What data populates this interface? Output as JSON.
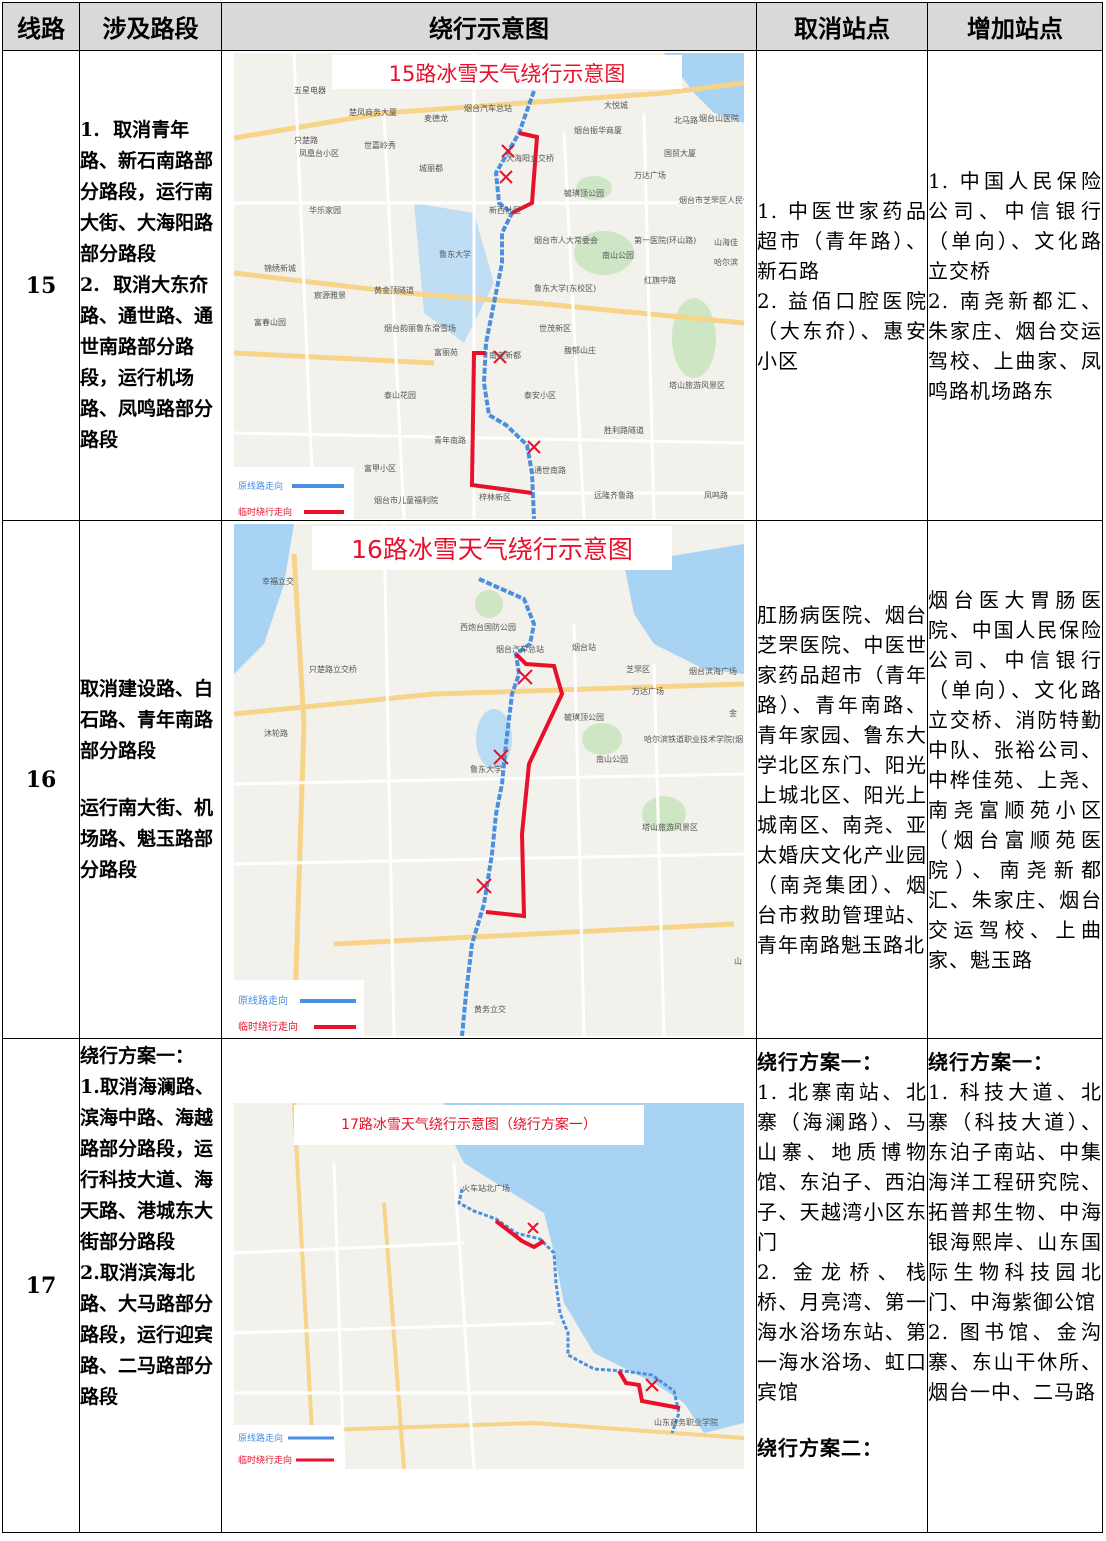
{
  "headers": [
    "线路",
    "涉及路段",
    "绕行示意图",
    "取消站点",
    "增加站点"
  ],
  "legend": {
    "original": "原线路走向",
    "detour": "临时绕行走向"
  },
  "colors": {
    "original": "#4a8fe0",
    "detour": "#e8102a",
    "water": "#a9d3f2",
    "park": "#cfe6c4",
    "title": "#e8102a"
  },
  "routes": [
    {
      "line": "15",
      "segments": [
        "1.  取消青年路、新石南路部分路段，运行南大街、大海阳路部分路段",
        "2.  取消大东夼路、通世路、通世南路部分路段，运行机场路、凤鸣路部分路段"
      ],
      "map_title": "15路冰雪天气绕行示意图",
      "map_labels": [
        "五星电器",
        "只楚路",
        "楚凤商务大厦",
        "麦德龙",
        "烟台汽车总站",
        "大悦城",
        "北马路",
        "烟台山医院",
        "世嘉岭秀",
        "大海阳立交桥",
        "烟台振华商厦",
        "国贸大厦",
        "凤凰台小区",
        "城丽都",
        "毓璜顶公园",
        "万达广场",
        "烟台市芝罘区人民体育场",
        "华乐家园",
        "新西社区",
        "烟台市人大常委会",
        "第一医院(环山路)",
        "山海佳",
        "鲁东大学",
        "南山公园",
        "哈尔滨",
        "锦绣新城",
        "鲁东大学(东校区)",
        "红旗中路",
        "黄金顶隧道",
        "宸源雅景",
        "富春山园",
        "烟台韵丽鲁东滑雪场",
        "世茂新区",
        "富丽苑",
        "南尧新都",
        "馥郁山庄",
        "塔山旅游风景区",
        "泰山花园",
        "泰安小区",
        "青年南路",
        "胜利路隧道",
        "富甲小区",
        "烟台市儿童福利院",
        "梓林新区",
        "远隆齐鲁路",
        "凤鸣路",
        "通世南路"
      ],
      "cancel": [
        "1. 中医世家药品超市（青年路）、新石路",
        "2. 益佰口腔医院（大东夼）、惠安小区"
      ],
      "add": [
        "1. 中国人民保险公司、中信银行（单向）、文化路立交桥",
        "2. 南尧新都汇、朱家庄、烟台交运驾校、上曲家、凤鸣路机场路东"
      ]
    },
    {
      "line": "16",
      "segments": [
        "取消建设路、白石路、青年南路部分路段",
        "运行南大街、机场路、魁玉路部分路段"
      ],
      "map_title": "16路冰雪天气绕行示意图",
      "map_labels": [
        "幸福立交",
        "西炮台国防公园",
        "烟台汽车总站",
        "烟台站",
        "芝罘区",
        "烟台滨海广场",
        "只楚路立交桥",
        "万达广场",
        "毓璜顶公园",
        "金",
        "沐轮路",
        "鲁东大学",
        "南山公园",
        "哈尔滨铁道职业技术学院(烟台分院)",
        "塔山旅游风景区",
        "山",
        "黄务立交"
      ],
      "cancel": [
        "肛肠病医院、烟台芝罘医院、中医世家药品超市（青年路）、青年南路、青年家园、鲁东大学北区东门、阳光上城北区、阳光上城南区、南尧、亚太婚庆文化产业园（南尧集团）、烟台市救助管理站、青年南路魁玉路北"
      ],
      "add": [
        "烟台医大胃肠医院、中国人民保险公司、中信银行（单向）、文化路立交桥、消防特勤中队、张裕公司、中桦佳苑、上尧、南尧富顺苑小区（烟台富顺苑医院）、南尧新都汇、朱家庄、烟台交运驾校、上曲家、魁玉路"
      ]
    },
    {
      "line": "17",
      "plan_label": "绕行方案一：",
      "segments": [
        "1.取消海澜路、滨海中路、海越路部分路段，运行科技大道、海天路、港城东大街部分路段",
        "2.取消滨海北路、大马路部分路段，运行迎宾路、二马路部分路段"
      ],
      "map_title": "17路冰雪天气绕行示意图（绕行方案一）",
      "map_labels": [
        "火车站北广场",
        "山东商务职业学院"
      ],
      "cancel": [
        "1. 北寨南站、北寨（海澜路）、马山寨、地质博物馆、东泊子、西泊子、天越湾小区东门",
        "2. 金龙桥、栈桥、月亮湾、第一海水浴场东站、第一海水浴场、虹口宾馆"
      ],
      "cancel_plan2_label": "绕行方案二：",
      "add": [
        "1. 科技大道、北寨（科技大道）、东泊子南站、中集海洋工程研究院、拓普邦生物、中海银海熙岸、山东国际生物科技园北门、中海紫御公馆",
        "2. 图书馆、金沟寨、东山干休所、烟台一中、二马路"
      ]
    }
  ]
}
